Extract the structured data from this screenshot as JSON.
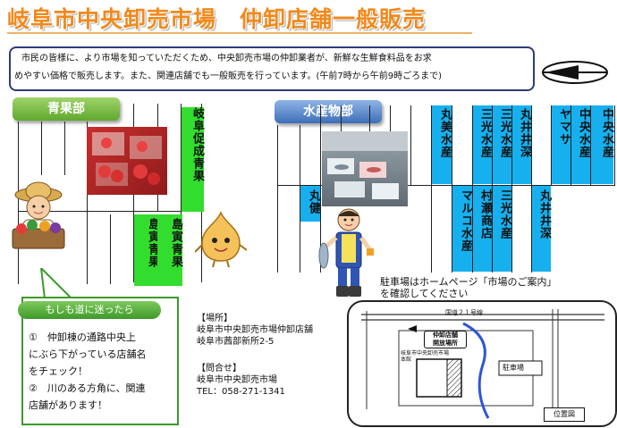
{
  "title": "岐阜市中央卸売市場　仲卸店舗一般販売",
  "notice": {
    "line1": "市民の皆様に、より市場を知っていただくため、中央卸売市場の仲卸業者が、新鮮な生鮮食料品をお求",
    "line2": "めやすい価格で販売します。また、関連店舗でも一般販売を行っています。(午前7時から午前9時ごろまで)"
  },
  "sections": {
    "produce": {
      "label": "青果部",
      "shops": [
        "岐阜促成青果",
        "島寅青果",
        "島寅青果"
      ]
    },
    "seafood": {
      "label": "水産物部",
      "shops_top": [
        "丸美水産",
        "三光水産",
        "三光水産",
        "丸井井深",
        "ヤマサ",
        "中央水産",
        "中央水産"
      ],
      "shops_bottom": [
        "丸健",
        "マルコ水産",
        "村瀬商店",
        "三光水産",
        "丸井井深"
      ]
    }
  },
  "help": {
    "title": "もしも道に迷ったら",
    "lines": [
      "①　仲卸棟の通路中央上",
      "にぶら下がっている店舗名",
      "をチェック！",
      "②　川のある方角に、関連",
      "店舗があります！"
    ]
  },
  "info": {
    "location_heading": "【場所】",
    "location_line1": "岐阜市中央卸売市場仲卸店舗",
    "location_line2": "岐阜市茜部新所2-5",
    "contact_heading": "【問合せ】",
    "contact_line1": "岐阜市中央卸売市場",
    "contact_tel": "TEL：058-271-1341"
  },
  "parking": {
    "line1": "駐車場はホームページ「市場のご案内」",
    "line2": "を確認してください"
  },
  "map": {
    "road_label": "国道２１号線",
    "store_label_line1": "仲卸店舗",
    "store_label_line2": "開放場所",
    "building_label_line1": "岐阜市中央卸売市場",
    "building_label_line2": "本館",
    "parking_label": "駐車場",
    "legend": "位置図"
  },
  "colors": {
    "title": "#f08a1c",
    "produce_shop": "#33dd2e",
    "seafood_shop": "#17b0ee",
    "notice_border": "#2d3b7a"
  }
}
